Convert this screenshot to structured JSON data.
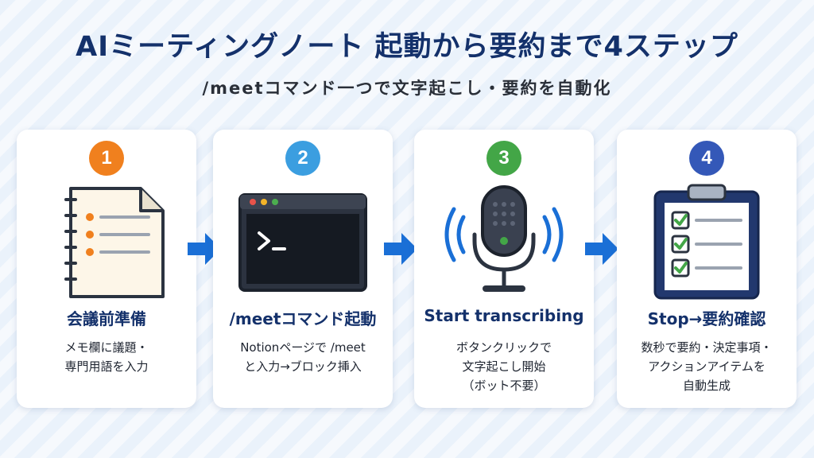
{
  "header": {
    "title": "AIミーティングノート 起動から要約まで4ステップ",
    "subtitle": "/meetコマンド一つで文字起こし・要約を自動化"
  },
  "colors": {
    "title": "#14316b",
    "arrow": "#1a6fd6",
    "badge_1": "#f0801e",
    "badge_2": "#3b9ee0",
    "badge_3": "#43a647",
    "badge_4": "#3458b8"
  },
  "steps": [
    {
      "number": "1",
      "icon": "notebook-icon",
      "title": "会議前準備",
      "desc": [
        "メモ欄に議題・",
        "専門用語を入力"
      ]
    },
    {
      "number": "2",
      "icon": "terminal-icon",
      "title": "/meetコマンド起動",
      "desc": [
        "Notionページで /meet",
        "と入力→ブロック挿入"
      ]
    },
    {
      "number": "3",
      "icon": "microphone-icon",
      "title": "Start transcribing",
      "desc": [
        "ボタンクリックで",
        "文字起こし開始",
        "（ボット不要）"
      ]
    },
    {
      "number": "4",
      "icon": "clipboard-checklist-icon",
      "title": "Stop→要約確認",
      "desc": [
        "数秒で要約・決定事項・",
        "アクションアイテムを",
        "自動生成"
      ]
    }
  ]
}
